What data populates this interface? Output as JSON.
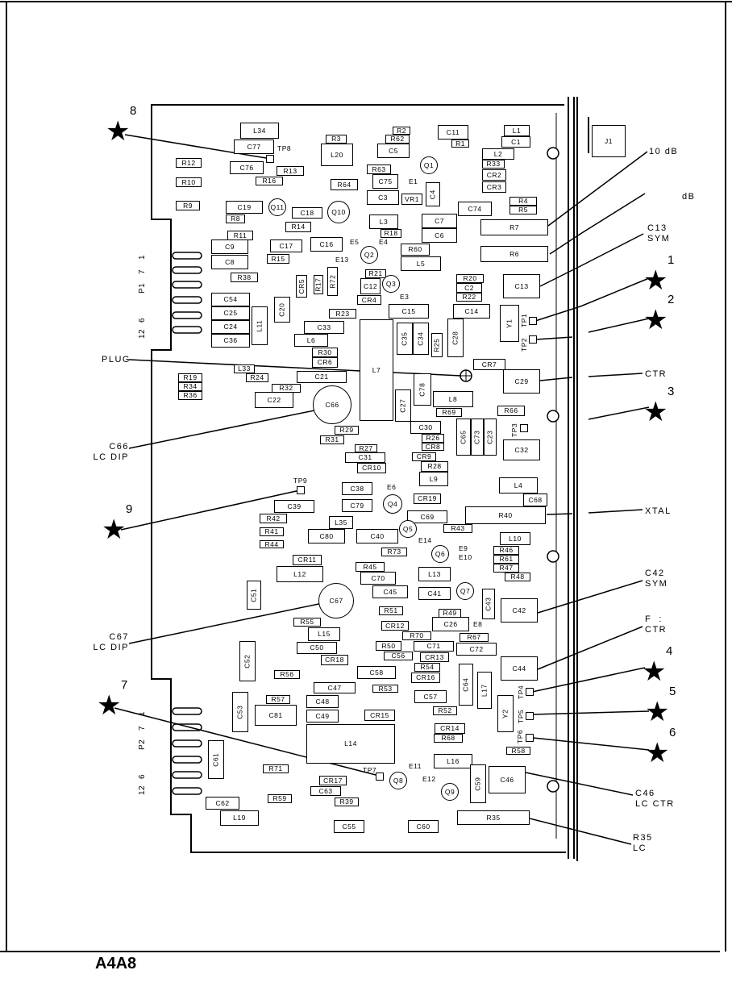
{
  "title": "A4A8",
  "components": [
    "L34",
    "C77",
    "C76",
    "R3",
    "L20",
    "R2",
    "R62",
    "C5",
    "C11",
    "R1",
    "L1",
    "C1",
    "L2",
    "R33",
    "CR2",
    "CR3",
    "R12",
    "R10",
    "R9",
    "R13",
    "R16",
    "R63",
    "C75",
    "Q1",
    "C4",
    "C3",
    "VR1",
    "R64",
    "C19",
    "Q11",
    "C18",
    "Q10",
    "R8",
    "R14",
    "L3",
    "R18",
    "C7",
    "C6",
    "C74",
    "R4",
    "R5",
    "R7",
    "R11",
    "C9",
    "C8",
    "C17",
    "R15",
    "C16",
    "Q2",
    "R60",
    "L5",
    "R6",
    "R38",
    "R21",
    "C12",
    "CR4",
    "CR5",
    "R17",
    "R72",
    "Q3",
    "R20",
    "C2",
    "R22",
    "C13",
    "C54",
    "C25",
    "C24",
    "C36",
    "L11",
    "C20",
    "R23",
    "C15",
    "C14",
    "C33",
    "L6",
    "C35",
    "C34",
    "C28",
    "Y1",
    "L7",
    "R30",
    "CR6",
    "R25",
    "CR7",
    "L33",
    "R24",
    "C21",
    "R32",
    "C22",
    "C66",
    "R19",
    "R34",
    "R36",
    "C78",
    "L8",
    "C29",
    "C27",
    "R69",
    "R66",
    "R29",
    "R31",
    "C30",
    "R26",
    "CR8",
    "C65",
    "C73",
    "C23",
    "C32",
    "R27",
    "C31",
    "CR10",
    "CR9",
    "R28",
    "L9",
    "C38",
    "Q4",
    "CR19",
    "L4",
    "C68",
    "C39",
    "C79",
    "C69",
    "R40",
    "R43",
    "R42",
    "L35",
    "R41",
    "C80",
    "C40",
    "Q5",
    "L10",
    "R44",
    "Q6",
    "R46",
    "R61",
    "R47",
    "R48",
    "R73",
    "CR11",
    "L12",
    "R45",
    "C70",
    "L13",
    "C51",
    "C45",
    "C41",
    "Q7",
    "C43",
    "C67",
    "C42",
    "R51",
    "R49",
    "R55",
    "C26",
    "CR12",
    "L15",
    "R70",
    "R67",
    "C50",
    "R50",
    "C71",
    "C72",
    "C56",
    "CR13",
    "C52",
    "CR18",
    "R54",
    "CR16",
    "C58",
    "C44",
    "R56",
    "C64",
    "L17",
    "C47",
    "R53",
    "C57",
    "R57",
    "C48",
    "C53",
    "Y2",
    "C81",
    "C49",
    "CR15",
    "R52",
    "CR14",
    "R68",
    "L14",
    "R58",
    "C61",
    "R71",
    "L16",
    "Q8",
    "Q9",
    "C59",
    "C46",
    "CR17",
    "C63",
    "R59",
    "R39",
    "C62",
    "L19",
    "R35",
    "C55",
    "C60",
    "J1"
  ],
  "test_points": [
    "TP8",
    "TP9",
    "TP7",
    "TP1",
    "TP2",
    "TP3",
    "TP4",
    "TP5",
    "TP6"
  ],
  "junctions": [
    "E1",
    "E5",
    "E4",
    "E13",
    "E3",
    "E6",
    "E14",
    "E9",
    "E10",
    "E8",
    "E11",
    "E12"
  ],
  "connectors": {
    "p1": {
      "name": "P1",
      "pin_first": "1",
      "pin_seven": "7",
      "pin_six": "6",
      "pin_last": "12"
    },
    "p2": {
      "name": "P2",
      "pin_first": "1",
      "pin_seven": "7",
      "pin_six": "6",
      "pin_last": "12"
    }
  },
  "callouts": {
    "r7": "10 dB",
    "r6": "dB",
    "c13": "C13\nSYM",
    "c29": "CTR",
    "xtal": "XTAL",
    "c42": "C42\nSYM",
    "c44": "F  :\nCTR",
    "c46": "C46\nLC CTR",
    "r35": "R35\nLC",
    "plug": "PLUG",
    "c66": "C66\nLC DIP",
    "c67": "C67\nLC DIP"
  },
  "stars": [
    "8",
    "1",
    "2",
    "3",
    "4",
    "5",
    "6",
    "9",
    "7"
  ],
  "star_symbol": "★"
}
